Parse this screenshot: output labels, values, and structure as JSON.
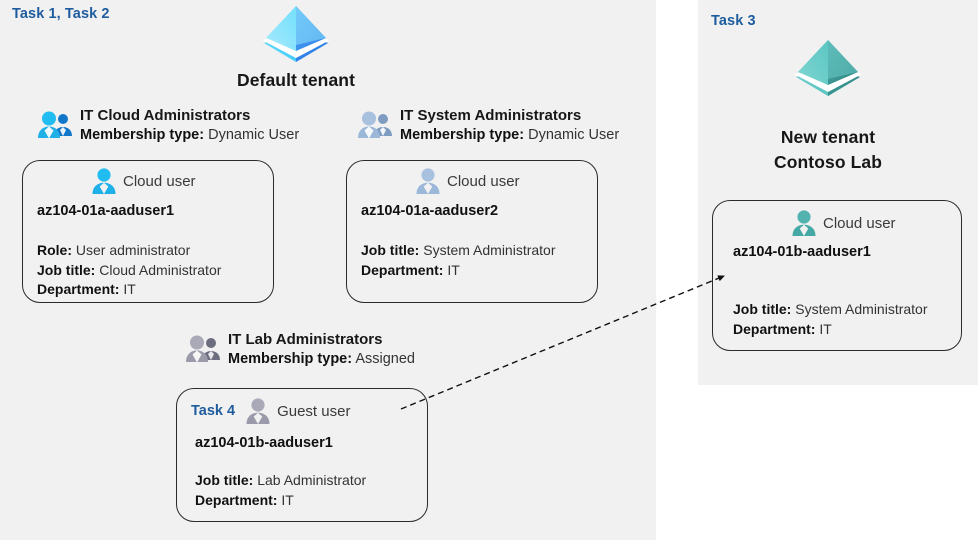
{
  "colors": {
    "panel_bg": "#f1f1f1",
    "page_bg": "#ffffff",
    "task_blue": "#1f5c9e",
    "tenant_blue_light": "#4fd2f7",
    "tenant_blue_dark": "#3d8ef0",
    "tenant_teal_light": "#5fcfcb",
    "tenant_teal_dark": "#2f8e8b",
    "user_blue": "#1fb5e8",
    "user_grey": "#9aaec4",
    "user_dark_grey": "#8c8c9c",
    "user_teal": "#45a8a5",
    "card_border": "#2b2b2b"
  },
  "left_panel": {
    "task_tag": "Task 1, Task 2",
    "tenant": {
      "icon": "azure-ad-tenant-icon",
      "label": "Default tenant"
    },
    "groups": [
      {
        "icon": "group-users-icon",
        "title": "IT Cloud Administrators",
        "meta_label": "Membership type:",
        "meta_value": "Dynamic User",
        "card": {
          "user_icon": "cloud-user-icon",
          "kind": "Cloud user",
          "name": "az104-01a-aaduser1",
          "attrs": [
            {
              "label": "Role:",
              "value": "User administrator"
            },
            {
              "label": "Job title:",
              "value": "Cloud Administrator"
            },
            {
              "label": "Department:",
              "value": "IT"
            }
          ]
        }
      },
      {
        "icon": "group-users-icon",
        "title": "IT System Administrators",
        "meta_label": "Membership type:",
        "meta_value": "Dynamic User",
        "card": {
          "user_icon": "cloud-user-icon",
          "kind": "Cloud user",
          "name": "az104-01a-aaduser2",
          "attrs": [
            {
              "label": "Job title:",
              "value": "System Administrator"
            },
            {
              "label": "Department:",
              "value": "IT"
            }
          ]
        }
      },
      {
        "icon": "group-users-icon",
        "title": "IT Lab Administrators",
        "meta_label": "Membership type:",
        "meta_value": "Assigned",
        "card": {
          "task_tag": "Task 4",
          "user_icon": "guest-user-icon",
          "kind": "Guest user",
          "name": "az104-01b-aaduser1",
          "attrs": [
            {
              "label": "Job title:",
              "value": "Lab Administrator"
            },
            {
              "label": "Department:",
              "value": "IT"
            }
          ]
        }
      }
    ]
  },
  "right_panel": {
    "task_tag": "Task 3",
    "tenant": {
      "icon": "azure-ad-tenant-icon",
      "label_line1": "New  tenant",
      "label_line2": "Contoso Lab"
    },
    "card": {
      "user_icon": "cloud-user-icon",
      "kind": "Cloud user",
      "name": "az104-01b-aaduser1",
      "attrs": [
        {
          "label": "Job title:",
          "value": "System Administrator"
        },
        {
          "label": "Department:",
          "value": "IT"
        }
      ]
    }
  },
  "connector": {
    "name": "guest-invite-arrow",
    "style": "dashed-arrow"
  }
}
